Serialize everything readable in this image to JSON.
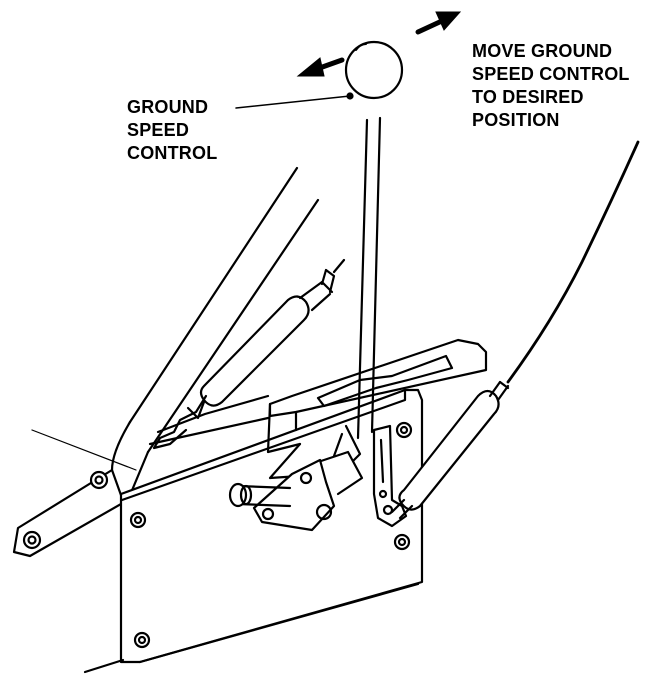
{
  "callouts": {
    "ground_speed_control": [
      "GROUND",
      "SPEED",
      "CONTROL"
    ],
    "instruction": [
      "MOVE GROUND",
      "SPEED CONTROL",
      "TO DESIRED",
      "POSITION"
    ]
  },
  "colors": {
    "ink": "#000000",
    "paper": "#ffffff",
    "shading": "#e6e6e6"
  },
  "icons": {
    "movement_arrows": "double-direction-arrows",
    "fasteners": "hex-bolt"
  }
}
